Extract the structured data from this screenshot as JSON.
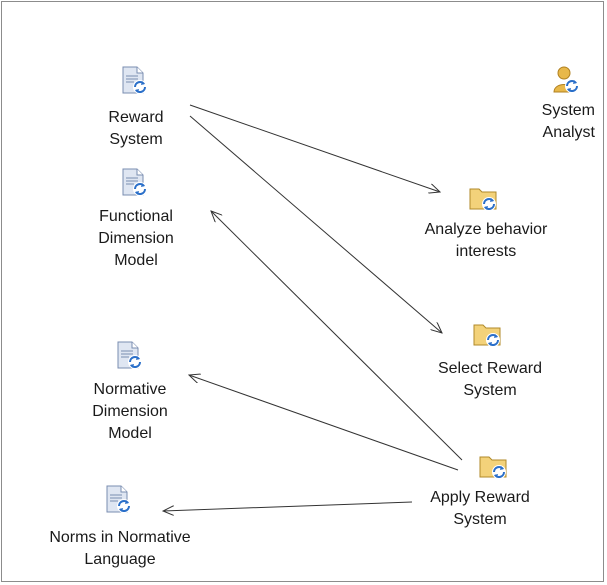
{
  "diagram": {
    "nodes": [
      {
        "id": "reward-system",
        "label": "Reward\nSystem",
        "icon": "work-product-document-icon"
      },
      {
        "id": "functional-dimension-model",
        "label": "Functional\nDimension\nModel",
        "icon": "work-product-document-icon"
      },
      {
        "id": "normative-dimension-model",
        "label": "Normative\nDimension\nModel",
        "icon": "work-product-document-icon"
      },
      {
        "id": "norms-in-normative-language",
        "label": "Norms in Normative\nLanguage",
        "icon": "work-product-document-icon"
      },
      {
        "id": "system-analyst",
        "label": "System\nAnalyst",
        "icon": "role-person-icon"
      },
      {
        "id": "analyze-behavior-interests",
        "label": "Analyze behavior\ninterests",
        "icon": "task-folder-icon"
      },
      {
        "id": "select-reward-system",
        "label": "Select Reward\nSystem",
        "icon": "task-folder-icon"
      },
      {
        "id": "apply-reward-system",
        "label": "Apply Reward\nSystem",
        "icon": "task-folder-icon"
      }
    ],
    "edges": [
      {
        "from": "reward-system",
        "to": "analyze-behavior-interests"
      },
      {
        "from": "reward-system",
        "to": "select-reward-system"
      },
      {
        "from": "apply-reward-system",
        "to": "functional-dimension-model"
      },
      {
        "from": "apply-reward-system",
        "to": "normative-dimension-model"
      },
      {
        "from": "apply-reward-system",
        "to": "norms-in-normative-language"
      }
    ],
    "colors": {
      "document": "#dfe6f2",
      "document_lines": "#7a8db0",
      "folder": "#f3d27a",
      "person": "#e8b84a",
      "cycle": "#2a6fc9",
      "line": "#333333"
    }
  }
}
